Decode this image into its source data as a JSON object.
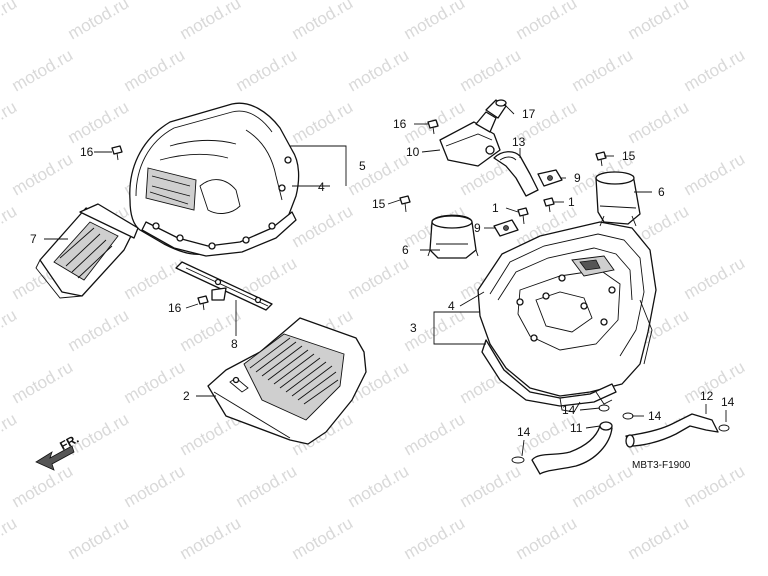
{
  "watermark": "motod.ru",
  "diagram_code": "MBT3-F1900",
  "direction_label": "FR.",
  "colors": {
    "line": "#111111",
    "watermark": "#d9d9d9",
    "background": "#ffffff"
  },
  "callouts": {
    "c1a": "1",
    "c1b": "1",
    "c2": "2",
    "c3": "3",
    "c4a": "4",
    "c4b": "4",
    "c5": "5",
    "c6a": "6",
    "c6b": "6",
    "c7": "7",
    "c8": "8",
    "c9a": "9",
    "c9b": "9",
    "c10": "10",
    "c11": "11",
    "c12": "12",
    "c13": "13",
    "c14a": "14",
    "c14b": "14",
    "c14c": "14",
    "c14d": "14",
    "c15a": "15",
    "c15b": "15",
    "c16a": "16",
    "c16b": "16",
    "c16c": "16",
    "c17": "17"
  }
}
